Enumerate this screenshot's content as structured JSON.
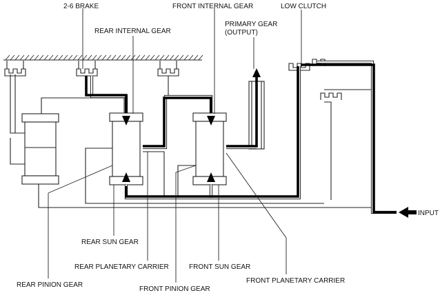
{
  "labels": {
    "brake_26": "2-6 BRAKE",
    "front_internal_gear": "FRONT INTERNAL GEAR",
    "low_clutch": "LOW CLUTCH",
    "rear_internal_gear": "REAR INTERNAL GEAR",
    "primary_gear_line1": "PRIMARY GEAR",
    "primary_gear_line2": "(OUTPUT)",
    "input": "INPUT",
    "rear_sun_gear": "REAR SUN GEAR",
    "rear_planetary_carrier": "REAR PLANETARY CARRIER",
    "front_sun_gear": "FRONT SUN GEAR",
    "rear_pinion_gear": "REAR PINION GEAR",
    "front_pinion_gear": "FRONT PINION GEAR",
    "front_planetary_carrier": "FRONT PLANETARY CARRIER"
  },
  "colors": {
    "line": "#222222",
    "power_flow": "#000000",
    "background": "#ffffff"
  }
}
